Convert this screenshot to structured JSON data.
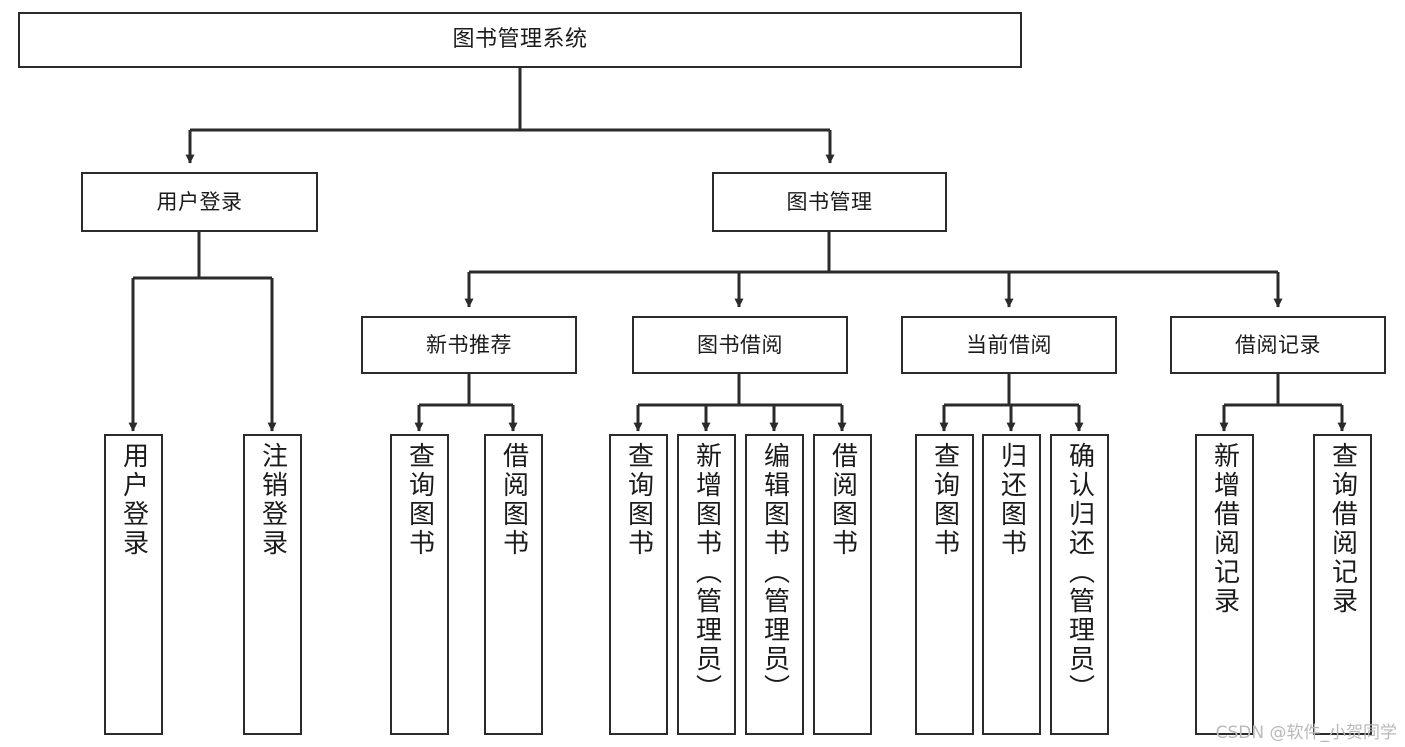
{
  "diagram": {
    "title": "图书管理系统",
    "type": "functional-structure-tree",
    "watermark": "CSDN @软件_小贺同学",
    "colors": {
      "background": "#ffffff",
      "node_border": "#2b2b2b",
      "node_fill": "#ffffff",
      "text": "#1b1b1b",
      "edge": "#2b2b2b",
      "watermark": "#b9b9b9"
    },
    "levels": {
      "root": "图书管理系统",
      "level2": [
        "用户登录",
        "图书管理"
      ],
      "level3": [
        "新书推荐",
        "图书借阅",
        "当前借阅",
        "借阅记录"
      ]
    },
    "nodes": {
      "root": {
        "label": "图书管理系统",
        "orientation": "horizontal"
      },
      "user_login": {
        "label": "用户登录",
        "orientation": "horizontal"
      },
      "book_manage": {
        "label": "图书管理",
        "orientation": "horizontal"
      },
      "new_book_rec": {
        "label": "新书推荐",
        "orientation": "horizontal"
      },
      "book_borrow": {
        "label": "图书借阅",
        "orientation": "horizontal"
      },
      "current_borrow": {
        "label": "当前借阅",
        "orientation": "horizontal"
      },
      "borrow_record": {
        "label": "借阅记录",
        "orientation": "horizontal"
      },
      "leaf_user_login": {
        "label": "用户登录",
        "orientation": "vertical"
      },
      "leaf_logout": {
        "label": "注销登录",
        "orientation": "vertical"
      },
      "leaf_query_book_rec": {
        "label": "查询图书",
        "orientation": "vertical"
      },
      "leaf_borrow_book_rec": {
        "label": "借阅图书",
        "orientation": "vertical"
      },
      "leaf_query_book_borrow": {
        "label": "查询图书",
        "orientation": "vertical"
      },
      "leaf_add_book": {
        "label": "新增图书（管理员）",
        "orientation": "vertical"
      },
      "leaf_edit_book": {
        "label": "编辑图书（管理员）",
        "orientation": "vertical"
      },
      "leaf_borrow_book": {
        "label": "借阅图书",
        "orientation": "vertical"
      },
      "leaf_query_book_cur": {
        "label": "查询图书",
        "orientation": "vertical"
      },
      "leaf_return_book": {
        "label": "归还图书",
        "orientation": "vertical"
      },
      "leaf_confirm_return": {
        "label": "确认归还（管理员）",
        "orientation": "vertical"
      },
      "leaf_add_record": {
        "label": "新增借阅记录",
        "orientation": "vertical"
      },
      "leaf_query_record": {
        "label": "查询借阅记录",
        "orientation": "vertical"
      }
    }
  }
}
